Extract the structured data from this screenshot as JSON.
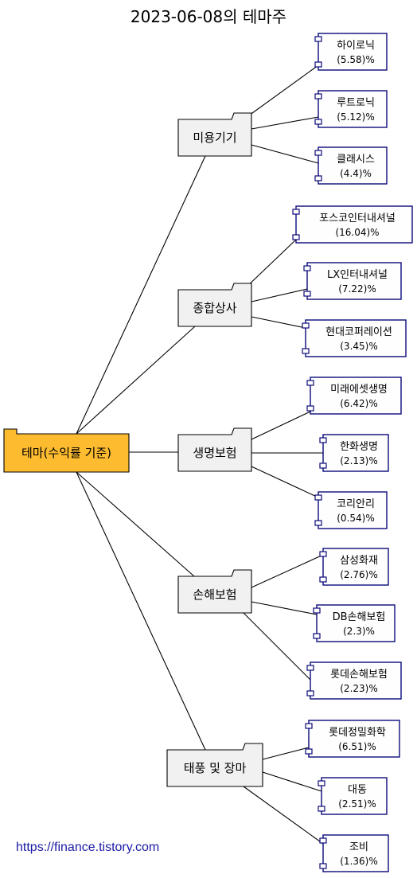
{
  "title": "2023-06-08의 테마주",
  "root": {
    "label": "테마(수익률 기준)",
    "color": "#fdbb2f"
  },
  "themes": [
    {
      "name": "미용기기",
      "stocks": [
        {
          "name": "하이로닉",
          "pct": "(5.58)%"
        },
        {
          "name": "루트로닉",
          "pct": "(5.12)%"
        },
        {
          "name": "클래시스",
          "pct": "(4.4)%"
        }
      ]
    },
    {
      "name": "종합상사",
      "stocks": [
        {
          "name": "포스코인터내셔널",
          "pct": "(16.04)%"
        },
        {
          "name": "LX인터내셔널",
          "pct": "(7.22)%"
        },
        {
          "name": "현대코퍼레이션",
          "pct": "(3.45)%"
        }
      ]
    },
    {
      "name": "생명보험",
      "stocks": [
        {
          "name": "미래에셋생명",
          "pct": "(6.42)%"
        },
        {
          "name": "한화생명",
          "pct": "(2.13)%"
        },
        {
          "name": "코리안리",
          "pct": "(0.54)%"
        }
      ]
    },
    {
      "name": "손해보험",
      "stocks": [
        {
          "name": "삼성화재",
          "pct": "(2.76)%"
        },
        {
          "name": "DB손해보험",
          "pct": "(2.3)%"
        },
        {
          "name": "롯데손해보험",
          "pct": "(2.23)%"
        }
      ]
    },
    {
      "name": "태풍 및 장마",
      "stocks": [
        {
          "name": "롯데정밀화학",
          "pct": "(6.51)%"
        },
        {
          "name": "대동",
          "pct": "(2.51)%"
        },
        {
          "name": "조비",
          "pct": "(1.36)%"
        }
      ]
    }
  ],
  "footer": {
    "link": "https://finance.tistory.com"
  },
  "colors": {
    "edge": "#000000",
    "component_border": "#0a0a7a",
    "folder_fill": "#f1f1f1",
    "link": "#1a1aa6"
  }
}
